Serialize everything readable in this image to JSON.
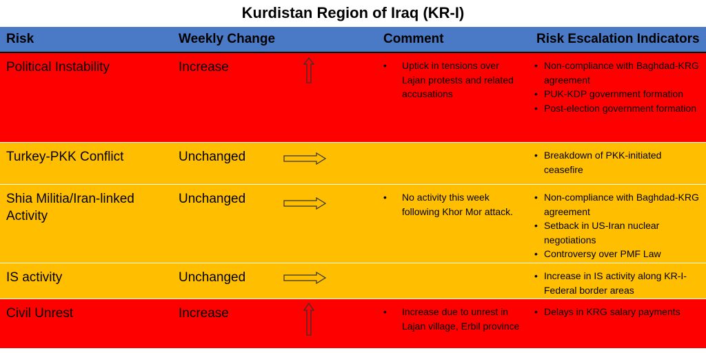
{
  "title": "Kurdistan Region of Iraq (KR-I)",
  "headers": {
    "risk": "Risk",
    "change": "Weekly Change",
    "comment": "Comment",
    "indicators": "Risk Escalation Indicators"
  },
  "colors": {
    "header": "#4a7ac6",
    "increase": "#ff0000",
    "unchanged": "#ffbf00"
  },
  "rows": [
    {
      "risk": "Political Instability",
      "change": "Increase",
      "trend_icon": "arrow-up-icon",
      "comment": [
        "Uptick in tensions over Lajan protests and related accusations"
      ],
      "indicators": [
        "Non-compliance with Baghdad-KRG agreement",
        "PUK-KDP government formation",
        "Post-election government formation"
      ]
    },
    {
      "risk": "Turkey-PKK Conflict",
      "change": "Unchanged",
      "trend_icon": "arrow-right-icon",
      "comment": [],
      "indicators": [
        "Breakdown of PKK-initiated ceasefire"
      ]
    },
    {
      "risk": "Shia Militia/Iran-linked Activity",
      "change": "Unchanged",
      "trend_icon": "arrow-right-icon",
      "comment": [
        "No activity this week following Khor Mor attack."
      ],
      "indicators": [
        "Non-compliance with Baghdad-KRG agreement",
        "Setback in US-Iran nuclear negotiations",
        "Controversy over PMF Law"
      ]
    },
    {
      "risk": "IS activity",
      "change": "Unchanged",
      "trend_icon": "arrow-right-icon",
      "comment": [],
      "indicators": [
        "Increase in IS activity along KR-I-Federal border areas"
      ]
    },
    {
      "risk": "Civil Unrest",
      "change": "Increase",
      "trend_icon": "arrow-up-icon",
      "comment": [
        "Increase due to unrest in Lajan village, Erbil province"
      ],
      "indicators": [
        "Delays in KRG salary payments"
      ]
    }
  ]
}
